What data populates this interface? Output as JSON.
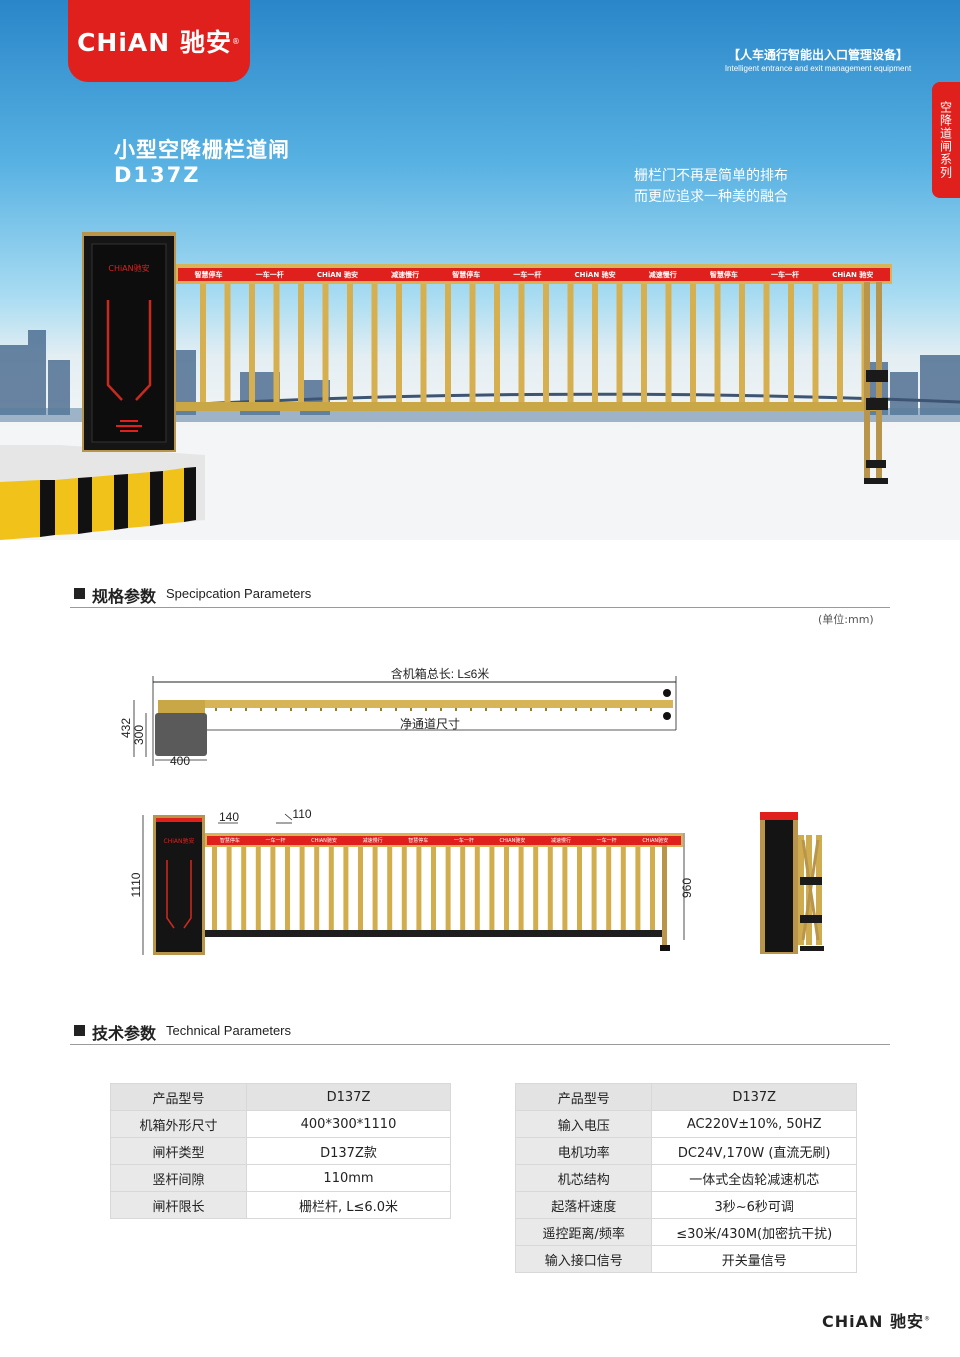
{
  "brand": {
    "logo_text": "CHiAN 驰安",
    "reg_mark": "®"
  },
  "header": {
    "tagline_cn": "【人车通行智能出入口管理设备】",
    "tagline_en": "Intelligent entrance and exit management equipment",
    "series_tab": "空降道闸系列"
  },
  "hero": {
    "title": "小型空降栅栏道闸",
    "model": "D137Z",
    "slogan_line1": "栅栏门不再是简单的排布",
    "slogan_line2": "而更应追求一种美的融合",
    "banner_texts": [
      "智慧停车",
      "一车一杆",
      "CHiAN 驰安",
      "减速慢行",
      "智慧停车",
      "一车一杆",
      "CHiAN 驰安",
      "减速慢行",
      "智慧停车",
      "一车一杆",
      "CHiAN 驰安"
    ]
  },
  "spec_section": {
    "title_cn": "规格参数",
    "title_en": "Specipcation  Parameters",
    "unit": "(单位:mm)"
  },
  "drawing": {
    "total_length": "含机箱总长: L≤6米",
    "clear_width": "净通道尺寸",
    "dim_432": "432",
    "dim_300": "300",
    "dim_400": "400",
    "dim_140": "140",
    "dim_110": "110",
    "dim_1110": "1110",
    "dim_960": "960",
    "small_banner": [
      "智慧停车",
      "一车一杆",
      "CHiAN驰安",
      "减速慢行",
      "智慧停车",
      "一车一杆",
      "CHiAN驰安",
      "减速慢行",
      "一车一杆",
      "CHiAN驰安"
    ]
  },
  "tech_section": {
    "title_cn": "技术参数",
    "title_en": "Technical  Parameters"
  },
  "table_left": [
    [
      "产品型号",
      "D137Z"
    ],
    [
      "机箱外形尺寸",
      "400*300*1110"
    ],
    [
      "闸杆类型",
      "D137Z款"
    ],
    [
      "竖杆间隙",
      "110mm"
    ],
    [
      "闸杆限长",
      "栅栏杆, L≤6.0米"
    ]
  ],
  "table_right": [
    [
      "产品型号",
      "D137Z"
    ],
    [
      "输入电压",
      "AC220V±10%, 50HZ"
    ],
    [
      "电机功率",
      "DC24V,170W (直流无刷)"
    ],
    [
      "机芯结构",
      "一体式全齿轮减速机芯"
    ],
    [
      "起落杆速度",
      "3秒~6秒可调"
    ],
    [
      "遥控距离/频率",
      "≤30米/430M(加密抗干扰)"
    ],
    [
      "输入接口信号",
      "开关量信号"
    ]
  ],
  "footer": {
    "logo_text": "CHiAN 驰安"
  },
  "colors": {
    "brand_red": "#e0201d",
    "gold": "#c9a646",
    "sky": "#4aa6dc"
  }
}
